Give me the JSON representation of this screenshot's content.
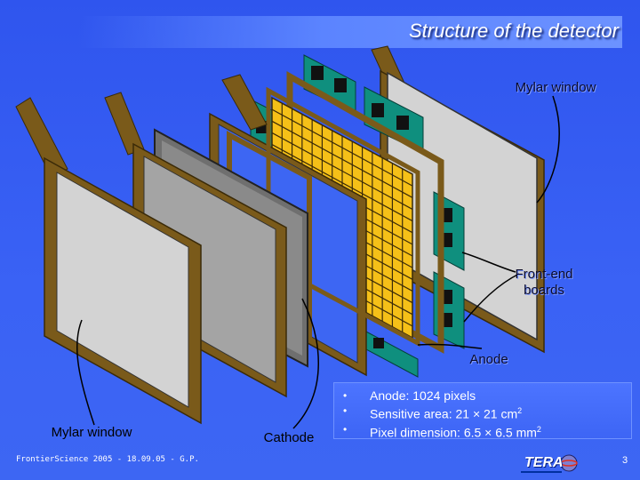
{
  "title": "Structure of the detector",
  "labels": {
    "mylar_window_top": "Mylar window",
    "front_end_boards": "Front-end boards",
    "anode": "Anode",
    "mylar_window_bottom": "Mylar window",
    "cathode": "Cathode"
  },
  "specs": {
    "anode": "Anode: 1024 pixels",
    "area_prefix": "Sensitive area: 21 × 21 cm",
    "area_exp": "2",
    "pixel_prefix": "Pixel dimension: 6.5 × 6.5 mm",
    "pixel_exp": "2"
  },
  "footer": "FrontierScience 2005 - 18.09.05 - G.P.",
  "logo": "TERA",
  "page_number": "3",
  "colors": {
    "background": "#3a62f5",
    "frame": "#7a5a1a",
    "pcb": "#0f8f7e",
    "anode_grid": "#f5c018",
    "mylar": "#d3d3d3",
    "cathode": "#8a8a8a"
  }
}
